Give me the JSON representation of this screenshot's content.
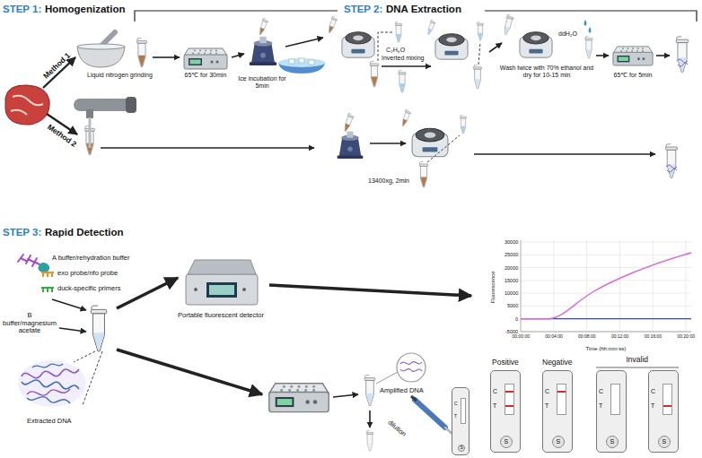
{
  "diagram": {
    "nodes": [
      {
        "text": [
          "C",
          "T",
          "S"
        ]
      },
      {
        "text": [
          "Positive",
          "C",
          "T",
          "S"
        ]
      },
      {
        "text": [
          "Negative",
          "C",
          "T",
          "S"
        ]
      },
      {
        "text": [
          "C",
          "T",
          "S"
        ]
      },
      {
        "text": [
          "C",
          "T",
          "S"
        ]
      }
    ],
    "labels": [
      "STEP 1:",
      "Homogenization",
      "STEP 2:",
      "DNA Extraction",
      "Method 1",
      "Method 2",
      "Liquid nitrogen grinding",
      "65℃ for 30min",
      "Ice incubation for 5min",
      "C₂H₆O",
      "Inverted mixing",
      "Wash twice with 70% ethanol and dry for 10-15 min",
      "ddH₂O",
      "65℃ for 5min",
      "13400xg, 2min",
      "STEP 3:",
      "Rapid Detection",
      "A buffer/rehydration buffer",
      "exo probe/nfo probe",
      "duck-specific primers",
      "B buffer/magnesium acetate",
      "Extracted DNA",
      "Portable fluorescent detector",
      "Fluorescence",
      "Time (hh:mm:ss)",
      "30000",
      "25000",
      "20000",
      "15000",
      "10000",
      "5000",
      "0",
      "-5000",
      "00:00:00",
      "00:04:00",
      "00:08:00",
      "00:12:00",
      "00:16:00",
      "00:20:00",
      "Amplified DNA",
      "dilution",
      "Invalid"
    ]
  }
}
